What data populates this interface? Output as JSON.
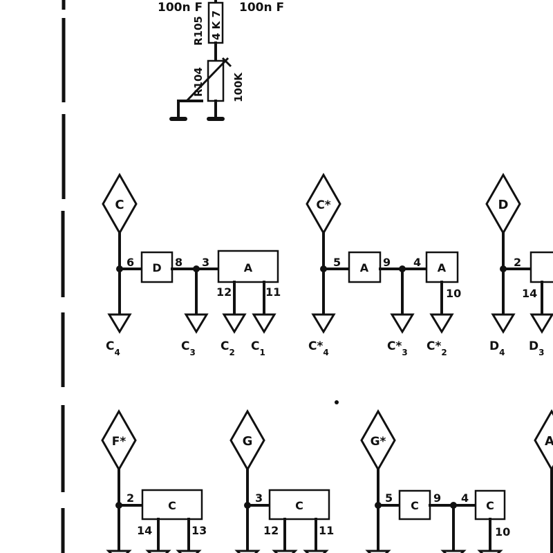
{
  "top_circuit": {
    "cap_left": "100n F",
    "cap_right": "100n F",
    "r105_ref": "R105",
    "r105_value": "4 K 7",
    "r104_ref": "R104",
    "r104_value": "100K"
  },
  "row1": [
    {
      "node": "C",
      "blocks": [
        "D",
        "A"
      ],
      "pins": [
        "6",
        "8",
        "3",
        "12",
        "11"
      ],
      "outputs": [
        {
          "base": "C",
          "sub": "4"
        },
        {
          "base": "C",
          "sub": "3"
        },
        {
          "base": "C",
          "sub": "2"
        },
        {
          "base": "C",
          "sub": "1"
        }
      ]
    },
    {
      "node": "C*",
      "blocks": [
        "A",
        "A"
      ],
      "pins": [
        "5",
        "9",
        "4",
        "10"
      ],
      "outputs": [
        {
          "base": "C*",
          "sub": "4"
        },
        {
          "base": "C*",
          "sub": "3"
        },
        {
          "base": "C*",
          "sub": "2"
        }
      ]
    },
    {
      "node": "D",
      "blocks": [],
      "pins": [
        "2",
        "14"
      ],
      "outputs": [
        {
          "base": "D",
          "sub": "4"
        },
        {
          "base": "D",
          "sub": "3"
        }
      ]
    }
  ],
  "row2": [
    {
      "node": "F*",
      "blocks": [
        "C"
      ],
      "pins": [
        "2",
        "14",
        "13"
      ]
    },
    {
      "node": "G",
      "blocks": [
        "C"
      ],
      "pins": [
        "3",
        "12",
        "11"
      ]
    },
    {
      "node": "G*",
      "blocks": [
        "C",
        "C"
      ],
      "pins": [
        "5",
        "9",
        "4",
        "10"
      ]
    },
    {
      "node": "A",
      "blocks": [],
      "pins": []
    }
  ]
}
